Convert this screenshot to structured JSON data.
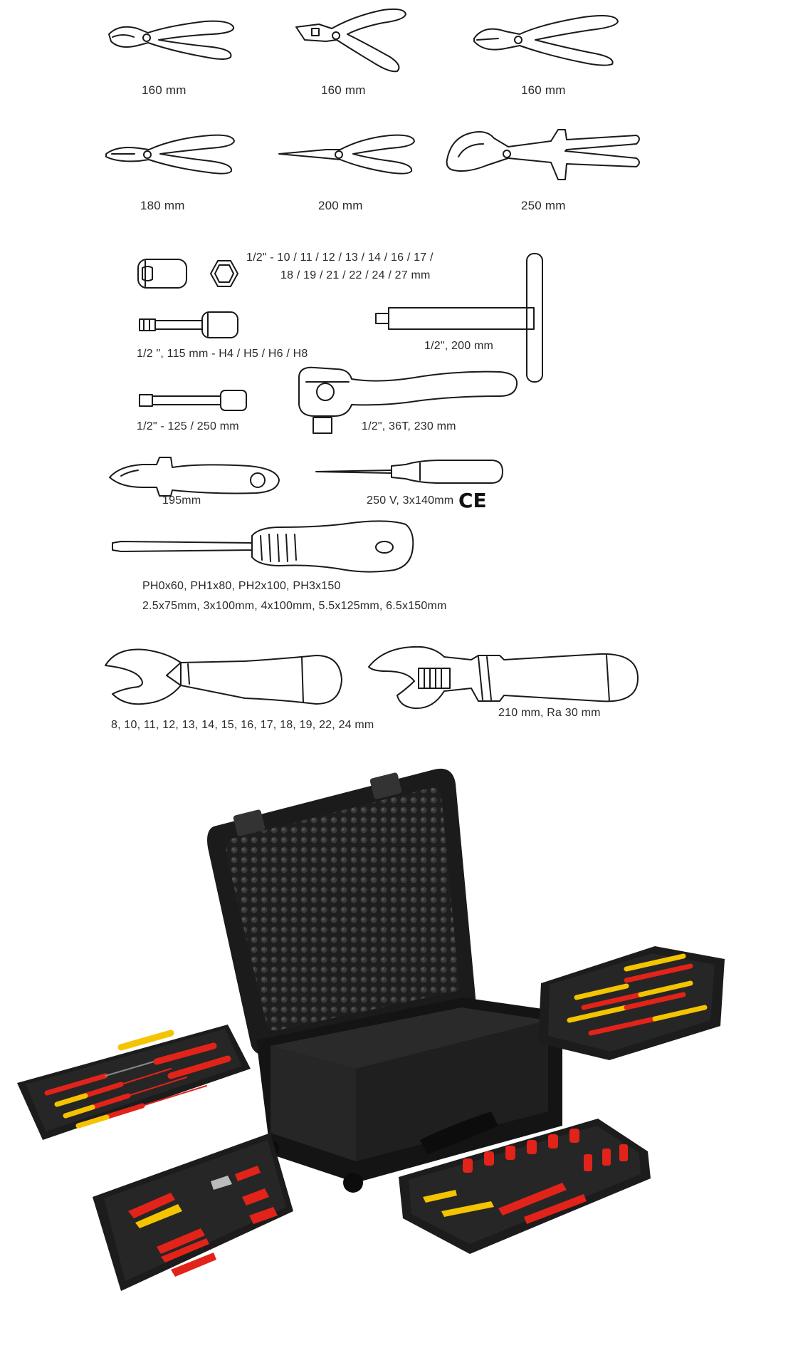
{
  "pliers": [
    {
      "label": "160 mm",
      "icon": "cable-cutter-icon"
    },
    {
      "label": "160 mm",
      "icon": "wire-stripper-icon"
    },
    {
      "label": "160 mm",
      "icon": "diagonal-cutter-icon"
    },
    {
      "label": "180 mm",
      "icon": "combination-pliers-icon"
    },
    {
      "label": "200 mm",
      "icon": "long-nose-pliers-icon"
    },
    {
      "label": "250 mm",
      "icon": "water-pump-pliers-icon"
    }
  ],
  "sockets": {
    "line1": "1/2\"  -  10 / 11 / 12 / 13 / 14 / 16 / 17 /",
    "line2": "18 / 19 / 21 / 22 / 24 / 27 mm"
  },
  "hex_bits": {
    "label": "1/2 \", 115 mm  -  H4 / H5 / H6 / H8"
  },
  "extensions": {
    "label": "1/2\"  -  125 / 250 mm"
  },
  "t_handle": {
    "label": "1/2\", 200 mm"
  },
  "ratchet": {
    "label": "1/2\", 36T, 230 mm"
  },
  "knife": {
    "label": "195mm"
  },
  "tester": {
    "label": "250 V, 3x140mm",
    "mark": "CE"
  },
  "screwdrivers": {
    "line1": "PH0x60, PH1x80, PH2x100, PH3x150",
    "line2": "2.5x75mm, 3x100mm, 4x100mm, 5.5x125mm, 6.5x150mm"
  },
  "open_wrenches": {
    "label": "8, 10, 11, 12, 13, 14, 15, 16, 17, 18, 19, 22, 24 mm"
  },
  "adjustable_wrench": {
    "label": "210 mm, Ra 30 mm"
  },
  "colors": {
    "insulation_red": "#e2231a",
    "insulation_yellow": "#f5c400",
    "case_black": "#1b1b1b",
    "foam": "#2a2a2a"
  }
}
